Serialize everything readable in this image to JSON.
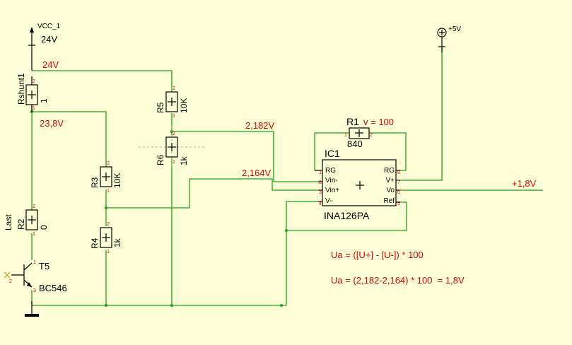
{
  "colors": {
    "background": "#ffffd7",
    "wire": "#1aa31a",
    "label_red": "#e00000",
    "component": "#000000"
  },
  "supply": {
    "name": "VCC_1",
    "value": "24V",
    "plus5": "+5V"
  },
  "components": {
    "rshunt": {
      "name": "Rshunt1",
      "value": "1"
    },
    "r2": {
      "name": "R2",
      "value": "0",
      "label": "Last"
    },
    "r3": {
      "name": "R3",
      "value": "10K"
    },
    "r4": {
      "name": "R4",
      "value": "1k"
    },
    "r5": {
      "name": "R5",
      "value": "10K"
    },
    "r6": {
      "name": "R6",
      "value": "1k"
    },
    "r1": {
      "name": "R1",
      "value": "840",
      "note": "v = 100"
    },
    "t5": {
      "name": "T5",
      "value": "BC546"
    },
    "ic1": {
      "name": "IC1",
      "part": "INA126PA",
      "pins_left": [
        "RG",
        "Vin-",
        "Vin+",
        "V-"
      ],
      "pins_right": [
        "RG",
        "V+",
        "Vo",
        "Ref"
      ],
      "pin_nums_left": [
        "1",
        "2",
        "3",
        "4"
      ],
      "pin_nums_right": [
        "8",
        "7",
        "6",
        "5"
      ]
    }
  },
  "pin_numbers": {
    "one": "1",
    "two": "2",
    "three": "3"
  },
  "voltages": {
    "v24": "24V",
    "v23_8": "23,8V",
    "v2_182": "2,182V",
    "v2_164": "2,164V",
    "vout": "+1,8V"
  },
  "formulas": {
    "f1": "Ua = ([U+] - [U-]) * 100",
    "f2": "Ua = (2,182-2,164) * 100  = 1,8V"
  }
}
